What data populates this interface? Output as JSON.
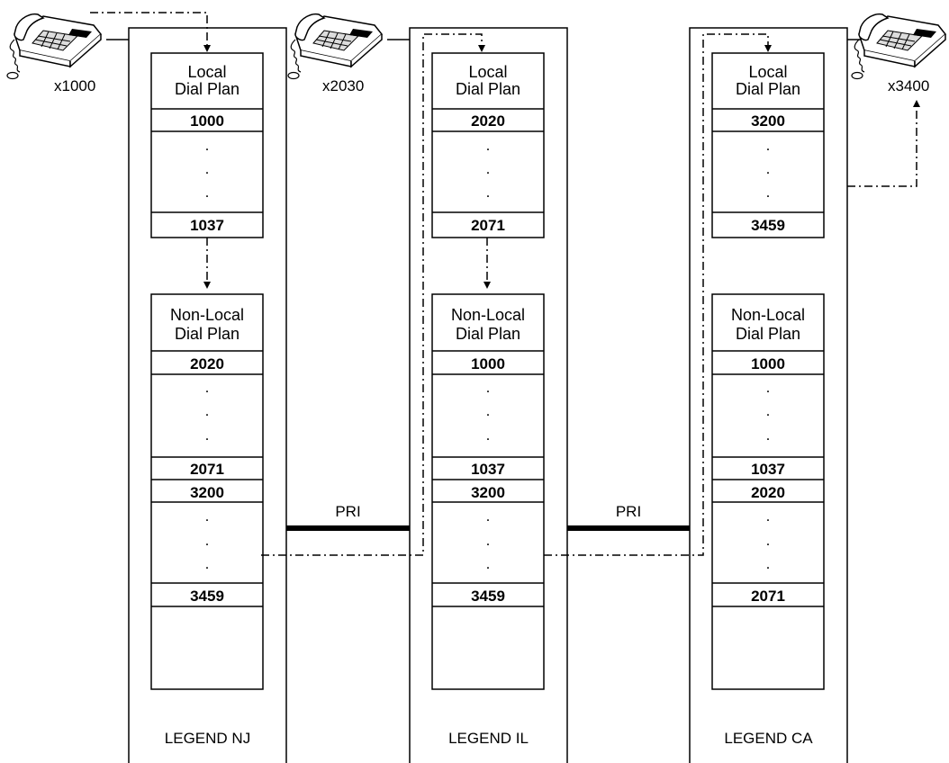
{
  "colors": {
    "line": "#000000",
    "background": "#ffffff"
  },
  "switches": [
    {
      "label": "LEGEND NJ",
      "local_plan": {
        "title_line1": "Local",
        "title_line2": "Dial Plan",
        "first": "1000",
        "last": "1037"
      },
      "nonlocal_plan": {
        "title_line1": "Non-Local",
        "title_line2": "Dial Plan",
        "ranges": [
          {
            "first": "2020",
            "last": "2071"
          },
          {
            "first": "3200",
            "last": "3459"
          }
        ]
      }
    },
    {
      "label": "LEGEND IL",
      "local_plan": {
        "title_line1": "Local",
        "title_line2": "Dial Plan",
        "first": "2020",
        "last": "2071"
      },
      "nonlocal_plan": {
        "title_line1": "Non-Local",
        "title_line2": "Dial Plan",
        "ranges": [
          {
            "first": "1000",
            "last": "1037"
          },
          {
            "first": "3200",
            "last": "3459"
          }
        ]
      }
    },
    {
      "label": "LEGEND CA",
      "local_plan": {
        "title_line1": "Local",
        "title_line2": "Dial Plan",
        "first": "3200",
        "last": "3459"
      },
      "nonlocal_plan": {
        "title_line1": "Non-Local",
        "title_line2": "Dial Plan",
        "ranges": [
          {
            "first": "1000",
            "last": "1037"
          },
          {
            "first": "2020",
            "last": "2071"
          }
        ]
      }
    }
  ],
  "links": [
    {
      "label": "PRI"
    },
    {
      "label": "PRI"
    }
  ],
  "phones": [
    {
      "extension": "x1000"
    },
    {
      "extension": "x2030"
    },
    {
      "extension": "x3400"
    }
  ],
  "ellipsis_dot": "."
}
